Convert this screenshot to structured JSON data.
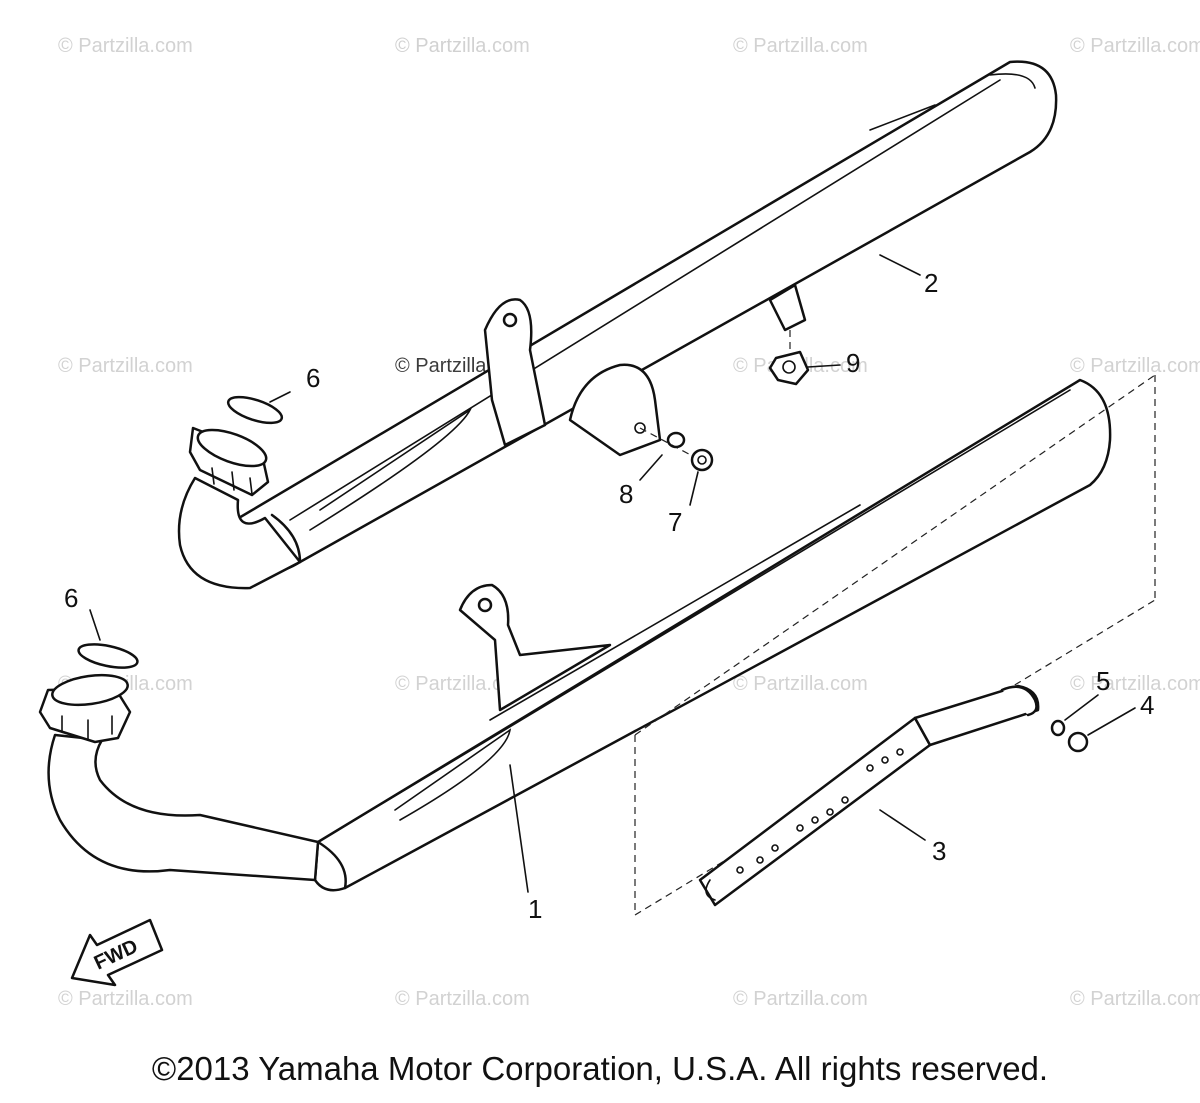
{
  "watermark": "© Partzilla.com",
  "copyright": "©2013 Yamaha Motor Corporation, U.S.A. All rights reserved.",
  "fwd_label": "FWD",
  "callouts": [
    "2",
    "9",
    "6",
    "8",
    "7",
    "6",
    "1",
    "5",
    "4",
    "3"
  ]
}
